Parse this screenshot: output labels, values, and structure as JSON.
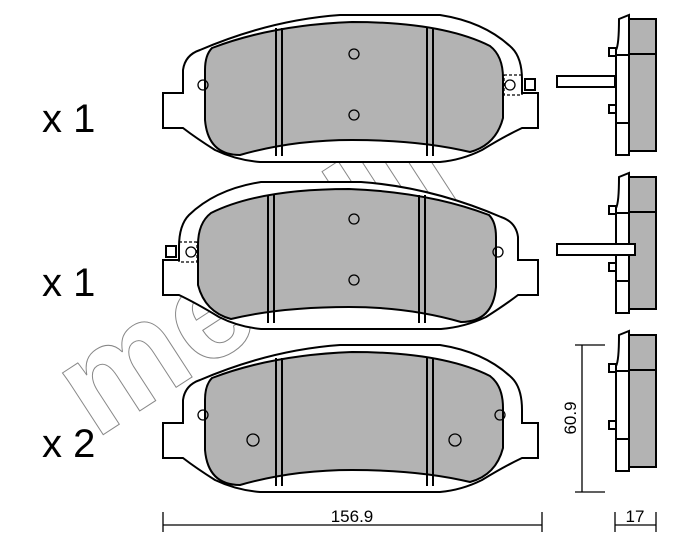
{
  "logo": {
    "text": "metelli"
  },
  "pads": [
    {
      "quantity": "x 1",
      "sensor": "right"
    },
    {
      "quantity": "x 1",
      "sensor": "left"
    },
    {
      "quantity": "x 2",
      "sensor": "none"
    }
  ],
  "dimensions": {
    "width": "156.9",
    "height": "60.9",
    "thickness": "17"
  },
  "colors": {
    "friction": "#b3b3b3",
    "plate": "#ffffff",
    "line": "#000000"
  }
}
